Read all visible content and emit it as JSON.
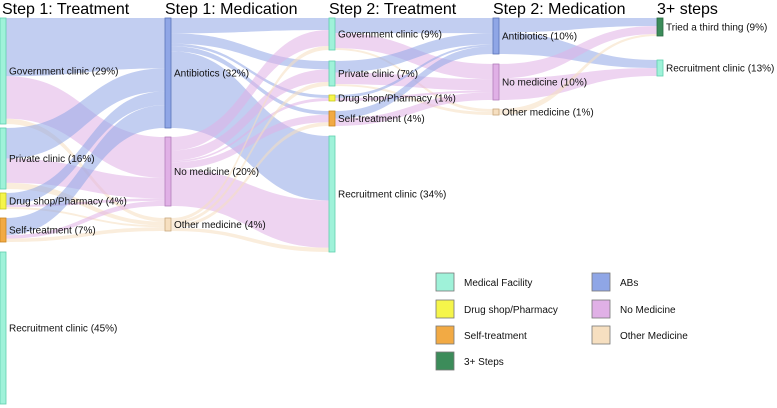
{
  "chart_data": {
    "type": "sankey",
    "stages": [
      "Step 1: Treatment",
      "Step 1: Medication",
      "Step 2: Treatment",
      "Step 2: Medication",
      "3+ steps"
    ],
    "nodes": [
      {
        "id": "s1t_gov",
        "stage": 0,
        "label": "Government clinic (29%)",
        "percent": 29,
        "category": "Medical Facility"
      },
      {
        "id": "s1t_priv",
        "stage": 0,
        "label": "Private clinic (16%)",
        "percent": 16,
        "category": "Medical Facility"
      },
      {
        "id": "s1t_drug",
        "stage": 0,
        "label": "Drug shop/Pharmacy (4%)",
        "percent": 4,
        "category": "Drug shop/Pharmacy"
      },
      {
        "id": "s1t_self",
        "stage": 0,
        "label": "Self-treatment (7%)",
        "percent": 7,
        "category": "Self-treatment"
      },
      {
        "id": "s1t_recr",
        "stage": 0,
        "label": "Recruitment clinic (45%)",
        "percent": 45,
        "category": "Medical Facility"
      },
      {
        "id": "s1m_abx",
        "stage": 1,
        "label": "Antibiotics (32%)",
        "percent": 32,
        "category": "ABs"
      },
      {
        "id": "s1m_none",
        "stage": 1,
        "label": "No medicine (20%)",
        "percent": 20,
        "category": "No Medicine"
      },
      {
        "id": "s1m_other",
        "stage": 1,
        "label": "Other medicine (4%)",
        "percent": 4,
        "category": "Other Medicine"
      },
      {
        "id": "s2t_gov",
        "stage": 2,
        "label": "Government clinic (9%)",
        "percent": 9,
        "category": "Medical Facility"
      },
      {
        "id": "s2t_priv",
        "stage": 2,
        "label": "Private clinic (7%)",
        "percent": 7,
        "category": "Medical Facility"
      },
      {
        "id": "s2t_drug",
        "stage": 2,
        "label": "Drug shop/Pharmacy (1%)",
        "percent": 1,
        "category": "Drug shop/Pharmacy"
      },
      {
        "id": "s2t_self",
        "stage": 2,
        "label": "Self-treatment (4%)",
        "percent": 4,
        "category": "Self-treatment"
      },
      {
        "id": "s2t_recr",
        "stage": 2,
        "label": "Recruitment clinic (34%)",
        "percent": 34,
        "category": "Medical Facility"
      },
      {
        "id": "s2m_abx",
        "stage": 3,
        "label": "Antibiotics (10%)",
        "percent": 10,
        "category": "ABs"
      },
      {
        "id": "s2m_none",
        "stage": 3,
        "label": "No medicine (10%)",
        "percent": 10,
        "category": "No Medicine"
      },
      {
        "id": "s2m_other",
        "stage": 3,
        "label": "Other medicine (1%)",
        "percent": 1,
        "category": "Other Medicine"
      },
      {
        "id": "s3_third",
        "stage": 4,
        "label": "Tried a third thing (9%)",
        "percent": 9,
        "category": "3+ Steps"
      },
      {
        "id": "s3_recr",
        "stage": 4,
        "label": "Recruitment clinic (13%)",
        "percent": 13,
        "category": "Medical Facility"
      }
    ],
    "links": [
      {
        "source": "s1t_gov",
        "target": "s1m_abx",
        "value": 11
      },
      {
        "source": "s1t_gov",
        "target": "s1m_none",
        "value": 8
      },
      {
        "source": "s1t_gov",
        "target": "s1m_other",
        "value": 1
      },
      {
        "source": "s1t_priv",
        "target": "s1m_abx",
        "value": 5
      },
      {
        "source": "s1t_priv",
        "target": "s1m_none",
        "value": 4
      },
      {
        "source": "s1t_priv",
        "target": "s1m_other",
        "value": 1
      },
      {
        "source": "s1t_drug",
        "target": "s1m_abx",
        "value": 3
      },
      {
        "source": "s1t_drug",
        "target": "s1m_none",
        "value": 0.5
      },
      {
        "source": "s1t_drug",
        "target": "s1m_other",
        "value": 0.5
      },
      {
        "source": "s1t_self",
        "target": "s1m_abx",
        "value": 5
      },
      {
        "source": "s1t_self",
        "target": "s1m_none",
        "value": 1
      },
      {
        "source": "s1t_self",
        "target": "s1m_other",
        "value": 1
      },
      {
        "source": "s1m_abx",
        "target": "s2t_gov",
        "value": 3
      },
      {
        "source": "s1m_abx",
        "target": "s2t_priv",
        "value": 2
      },
      {
        "source": "s1m_abx",
        "target": "s2t_drug",
        "value": 0.5
      },
      {
        "source": "s1m_abx",
        "target": "s2t_self",
        "value": 1
      },
      {
        "source": "s1m_abx",
        "target": "s2t_recr",
        "value": 15
      },
      {
        "source": "s1m_none",
        "target": "s2t_gov",
        "value": 4
      },
      {
        "source": "s1m_none",
        "target": "s2t_priv",
        "value": 3
      },
      {
        "source": "s1m_none",
        "target": "s2t_drug",
        "value": 0.5
      },
      {
        "source": "s1m_none",
        "target": "s2t_self",
        "value": 2
      },
      {
        "source": "s1m_none",
        "target": "s2t_recr",
        "value": 11
      },
      {
        "source": "s1m_other",
        "target": "s2t_gov",
        "value": 1
      },
      {
        "source": "s1m_other",
        "target": "s2t_priv",
        "value": 1
      },
      {
        "source": "s1m_other",
        "target": "s2t_self",
        "value": 1
      },
      {
        "source": "s1m_other",
        "target": "s2t_recr",
        "value": 1
      },
      {
        "source": "s2t_gov",
        "target": "s2m_abx",
        "value": 4
      },
      {
        "source": "s2t_gov",
        "target": "s2m_none",
        "value": 4
      },
      {
        "source": "s2t_gov",
        "target": "s2m_other",
        "value": 0.5
      },
      {
        "source": "s2t_priv",
        "target": "s2m_abx",
        "value": 3
      },
      {
        "source": "s2t_priv",
        "target": "s2m_none",
        "value": 3
      },
      {
        "source": "s2t_priv",
        "target": "s2m_other",
        "value": 0.5
      },
      {
        "source": "s2t_drug",
        "target": "s2m_abx",
        "value": 0.5
      },
      {
        "source": "s2t_drug",
        "target": "s2m_none",
        "value": 0.5
      },
      {
        "source": "s2t_self",
        "target": "s2m_abx",
        "value": 2
      },
      {
        "source": "s2t_self",
        "target": "s2m_none",
        "value": 2
      },
      {
        "source": "s2m_abx",
        "target": "s3_third",
        "value": 4
      },
      {
        "source": "s2m_abx",
        "target": "s3_recr",
        "value": 6
      },
      {
        "source": "s2m_none",
        "target": "s3_third",
        "value": 4
      },
      {
        "source": "s2m_none",
        "target": "s3_recr",
        "value": 6
      },
      {
        "source": "s2m_other",
        "target": "s3_third",
        "value": 1
      }
    ],
    "legend": [
      {
        "label": "Medical Facility",
        "color": "#9ff2d9"
      },
      {
        "label": "Drug shop/Pharmacy",
        "color": "#f5f54a"
      },
      {
        "label": "Self-treatment",
        "color": "#f2aa44"
      },
      {
        "label": "3+ Steps",
        "color": "#3c8c5a"
      },
      {
        "label": "ABs",
        "color": "#8fa6e6"
      },
      {
        "label": "No Medicine",
        "color": "#e0b0e6"
      },
      {
        "label": "Other Medicine",
        "color": "#f6dfc0"
      }
    ],
    "legend_position": "bottom-right",
    "title": "",
    "xlabel": "",
    "ylabel": ""
  },
  "colors": {
    "Medical Facility": "#9ff2d9",
    "Drug shop/Pharmacy": "#f5f54a",
    "Self-treatment": "#f2aa44",
    "3+ Steps": "#3c8c5a",
    "ABs": "#8fa6e6",
    "No Medicine": "#e0b0e6",
    "Other Medicine": "#f6dfc0"
  }
}
